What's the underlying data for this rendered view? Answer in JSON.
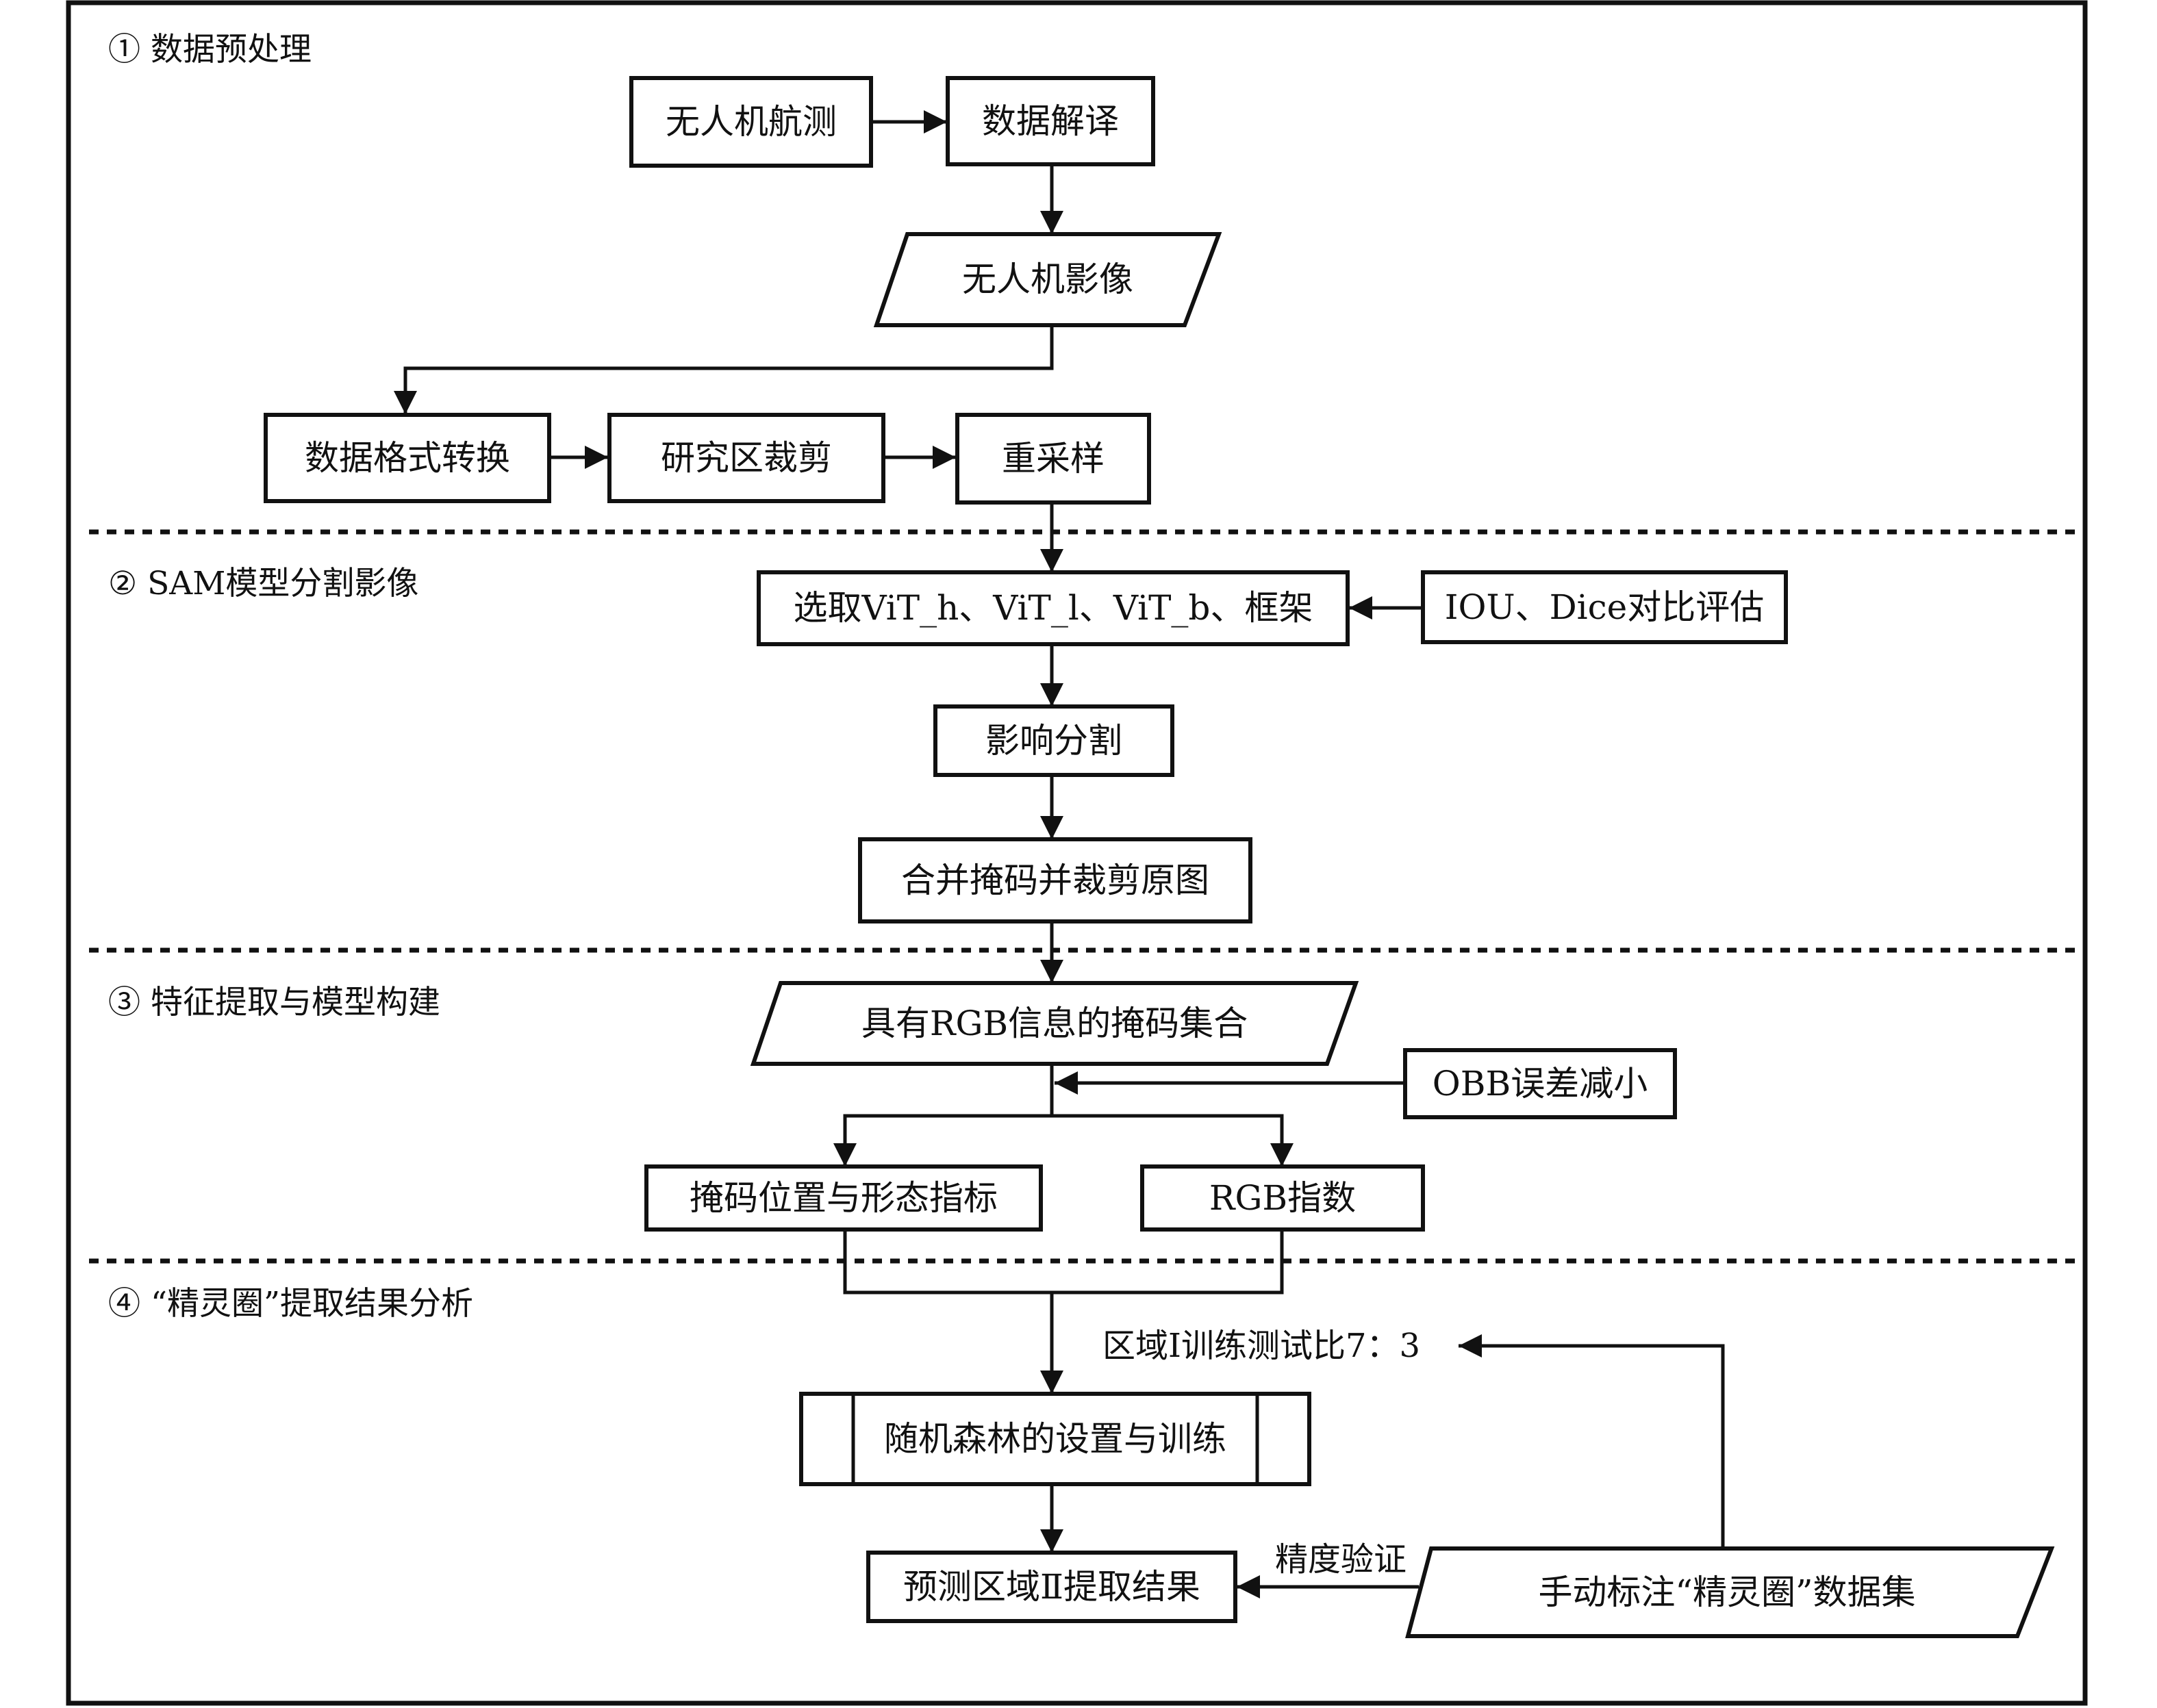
{
  "sections": {
    "s1": "① 数据预处理",
    "s2": "② SAM模型分割影像",
    "s3": "③ 特征提取与模型构建",
    "s4": "④ “精灵圈”提取结果分析"
  },
  "nodes": {
    "uav_survey": "无人机航测",
    "data_interp": "数据解译",
    "uav_image": "无人机影像",
    "format_convert": "数据格式转换",
    "area_clip": "研究区裁剪",
    "resample": "重采样",
    "select_vit": "选取ViT_h、ViT_l、ViT_b、框架",
    "iou_dice": "IOU、Dice对比评估",
    "segmentation": "影响分割",
    "merge_mask": "合并掩码并裁剪原图",
    "rgb_mask_set": "具有RGB信息的掩码集合",
    "obb_error": "OBB误差减小",
    "mask_shape": "掩码位置与形态指标",
    "rgb_index": "RGB指数",
    "rf_train": "随机森林的设置与训练",
    "predict_result": "预测区域Ⅱ提取结果",
    "manual_label": "手动标注“精灵圈”数据集"
  },
  "edge_labels": {
    "train_ratio": "区域Ⅰ训练测试比7：3",
    "accuracy": "精度验证"
  }
}
